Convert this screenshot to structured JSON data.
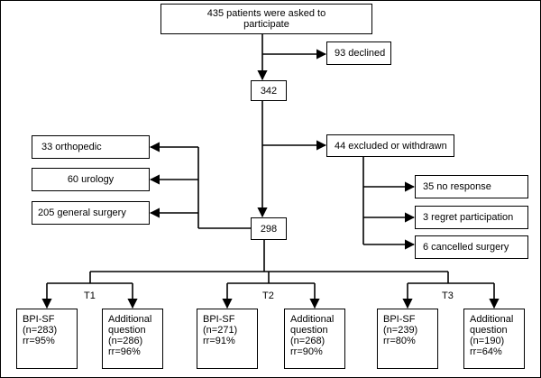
{
  "boxes": {
    "invited": "435 patients were asked to\nparticipate",
    "declined": "93 declined",
    "n342": "342",
    "excluded": "44 excluded or withdrawn",
    "no_response": "35 no response",
    "regret": "3 regret participation",
    "cancelled": "6 cancelled surgery",
    "orthopedic": "33 orthopedic",
    "urology": "60 urology",
    "general_surgery": "205 general surgery",
    "n298": "298"
  },
  "timepoints": [
    {
      "label": "T1",
      "bpi": "BPI-SF\n(n=283)\nrr=95%",
      "additional": "Additional\nquestion\n(n=286)\nrr=96%"
    },
    {
      "label": "T2",
      "bpi": "BPI-SF\n(n=271)\nrr=91%",
      "additional": "Additional\nquestion\n(n=268)\nrr=90%"
    },
    {
      "label": "T3",
      "bpi": "BPI-SF\n(n=239)\nrr=80%",
      "additional": "Additional\nquestion\n(n=190)\nrr=64%"
    }
  ]
}
